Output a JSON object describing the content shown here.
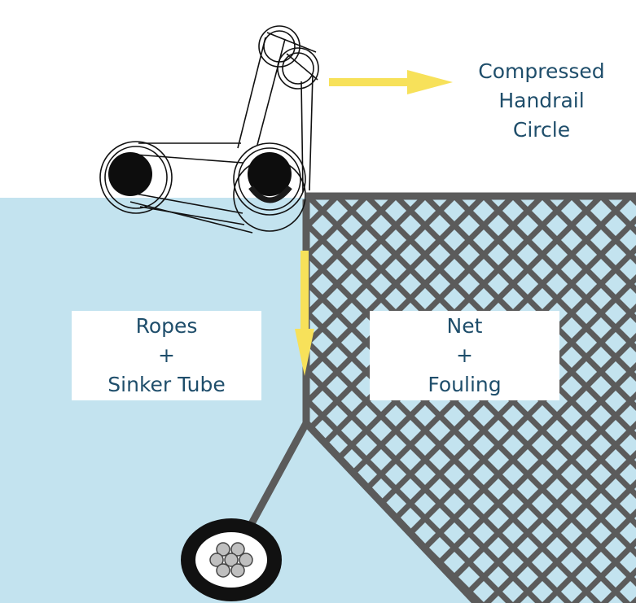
{
  "labels": {
    "handrail": {
      "line1": "Compressed",
      "line2": "Handrail",
      "line3": "Circle"
    },
    "left_box": {
      "line1": "Ropes",
      "line2": "+",
      "line3": "Sinker Tube"
    },
    "right_box": {
      "line1": "Net",
      "line2": "+",
      "line3": "Fouling"
    }
  },
  "colors": {
    "water": "#c3e3ef",
    "net_line": "#5b5b5b",
    "arrow": "#f7e15a",
    "label_text": "#1f4e6b",
    "box_fill": "#ffffff"
  },
  "icons": [
    "handrail-pipe-icon",
    "sinker-tube-icon",
    "arrow-right-icon",
    "arrow-down-icon"
  ]
}
